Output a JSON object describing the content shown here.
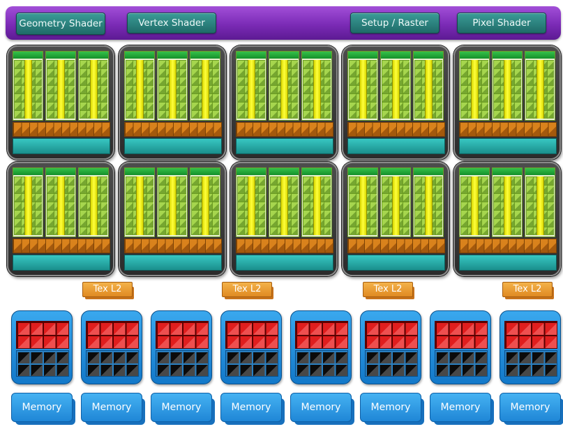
{
  "top_bar": {
    "labels": [
      "Geometry Shader",
      "Vertex Shader",
      "Setup / Raster",
      "Pixel Shader"
    ]
  },
  "caches": {
    "label": "Tex L2"
  },
  "memory": {
    "label": "Memory"
  },
  "colors": {
    "top_bar": "#7b2bb6",
    "shader_buttons": "#2a8683",
    "processor_cluster": "#3a3a3a",
    "stream_processor": "#a6d64e",
    "stream_bar": "#ffff3c",
    "texture_units": "#d9821c",
    "cluster_cache": "#26aba7",
    "tex_l2": "#eea03a",
    "memory_block": "#1f8ddb",
    "rop_red": "#e01e1e",
    "rop_black": "#0b0b0b"
  }
}
